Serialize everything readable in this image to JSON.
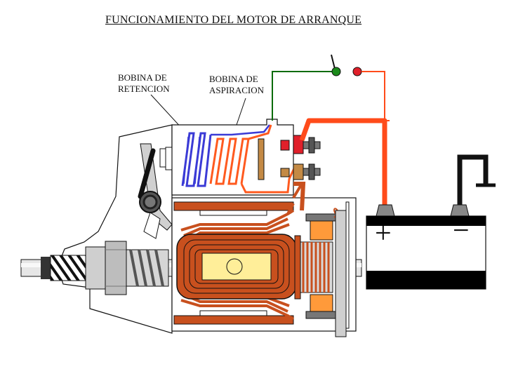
{
  "title": "FUNCIONAMIENTO DEL MOTOR DE ARRANQUE",
  "labels": {
    "bobina_retencion": [
      "BOBINA DE",
      "RETENCION"
    ],
    "bobina_aspiracion": [
      "BOBINA DE",
      "ASPIRACION"
    ]
  },
  "battery": {
    "plus": "+",
    "minus": "−"
  },
  "colors": {
    "retention_coil": "#3b3bd6",
    "pull_in_coil": "#ff5a1f",
    "field_coil": "#c8501e",
    "cable_red": "#ff4b1a",
    "wire_green": "#0b6b0b",
    "switch_green": "#1b8a1b",
    "contact_red": "#e0202a",
    "armature_center": "#ffee99"
  }
}
